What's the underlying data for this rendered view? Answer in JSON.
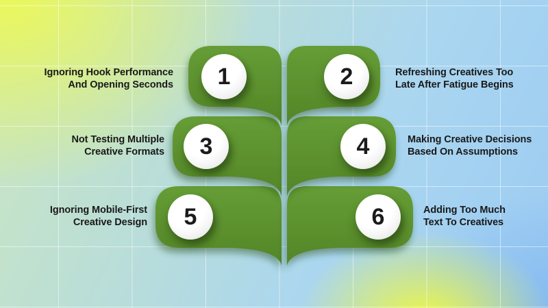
{
  "diagram_title": "",
  "colors": {
    "leaf_green": "#5d9130",
    "leaf_green_dark": "#538527",
    "circle_fill": "#ffffff",
    "text_dark": "#191919",
    "background_yellow": "#ebf858",
    "background_blue": "#a3d1f2",
    "grid_line": "#ffffff"
  },
  "items": [
    {
      "number": "1",
      "side": "left",
      "lines": [
        "Ignoring Hook Performance",
        "And Opening Seconds"
      ]
    },
    {
      "number": "2",
      "side": "right",
      "lines": [
        "Refreshing Creatives Too",
        "Late After Fatigue Begins"
      ]
    },
    {
      "number": "3",
      "side": "left",
      "lines": [
        "Not Testing Multiple",
        "Creative Formats"
      ]
    },
    {
      "number": "4",
      "side": "right",
      "lines": [
        "Making Creative Decisions",
        "Based On Assumptions"
      ]
    },
    {
      "number": "5",
      "side": "left",
      "lines": [
        "Ignoring Mobile-First",
        "Creative Design"
      ]
    },
    {
      "number": "6",
      "side": "right",
      "lines": [
        "Adding Too Much",
        "Text To Creatives"
      ]
    }
  ]
}
